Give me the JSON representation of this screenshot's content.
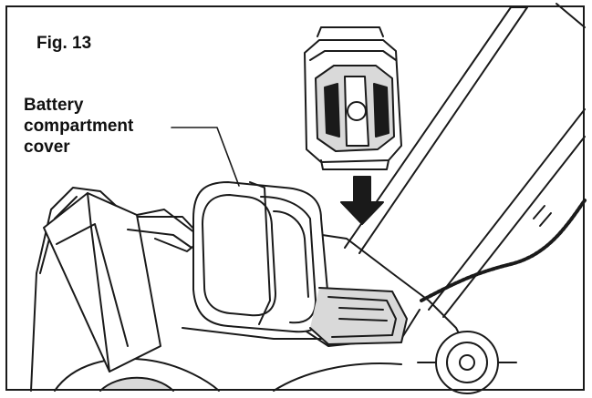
{
  "figure": {
    "label": "Fig. 13",
    "callout": {
      "lines": [
        "Battery",
        "compartment",
        "cover"
      ]
    }
  },
  "colors": {
    "line": "#1a1a1a",
    "background": "#ffffff",
    "shade": "#d9d9d9"
  },
  "icons": [
    "battery-pack-icon",
    "down-arrow-icon"
  ]
}
